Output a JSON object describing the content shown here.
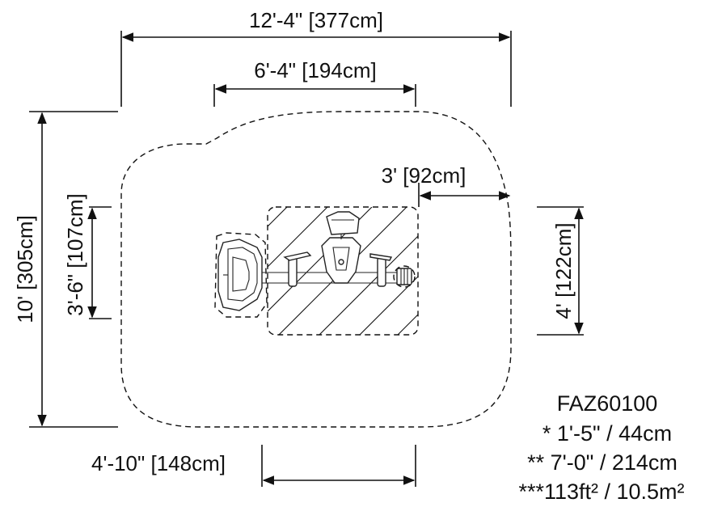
{
  "dimensions": {
    "overall_width": "12'-4\" [377cm]",
    "equipment_width": "6'-4\" [194cm]",
    "side_clearance": "3' [92cm]",
    "overall_depth": "10' [305cm]",
    "seat_depth": "3'-6\" [107cm]",
    "equipment_depth": "4' [122cm]",
    "front_offset": "4'-10\" [148cm]"
  },
  "specs": {
    "model": "FAZ60100",
    "line1": "* 1'-5\" / 44cm",
    "line2": "** 7'-0\" / 214cm",
    "line3": "***113ft² / 10.5m²"
  }
}
